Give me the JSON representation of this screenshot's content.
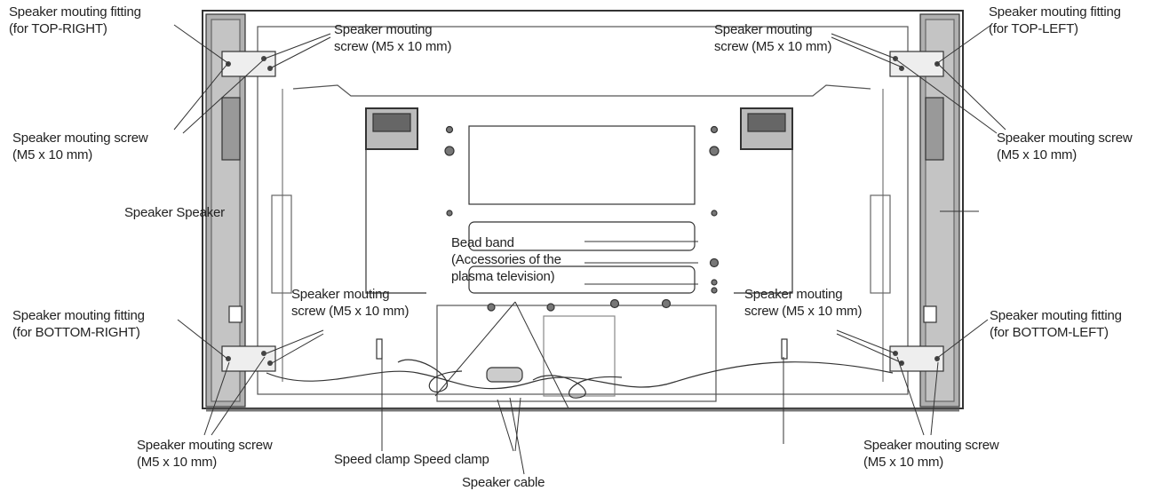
{
  "labels": {
    "fitting_top_right": {
      "line1": "Speaker mouting fitting",
      "line2": "(for TOP-RIGHT)"
    },
    "fitting_top_left": {
      "line1": "Speaker mouting fitting",
      "line2": "(for TOP-LEFT)"
    },
    "screw_top_center_left": {
      "line1": "Speaker mouting",
      "line2": "screw (M5 x 10 mm)"
    },
    "screw_top_center_right": {
      "line1": "Speaker mouting",
      "line2": "screw (M5 x 10 mm)"
    },
    "screw_upper_left": {
      "line1": "Speaker mouting screw",
      "line2": "(M5 x 10 mm)"
    },
    "screw_upper_right": {
      "line1": "Speaker mouting screw",
      "line2": "(M5 x 10 mm)"
    },
    "speaker_speaker": "Speaker Speaker",
    "bead_band": {
      "line1": "Bead band",
      "line2": "(Accessories of the",
      "line3": "plasma television)"
    },
    "screw_mid_left": {
      "line1": "Speaker mouting",
      "line2": "screw (M5 x 10 mm)"
    },
    "screw_mid_right": {
      "line1": "Speaker mouting",
      "line2": "screw (M5 x 10 mm)"
    },
    "fitting_bottom_right": {
      "line1": "Speaker mouting fitting",
      "line2": "(for BOTTOM-RIGHT)"
    },
    "fitting_bottom_left": {
      "line1": "Speaker mouting fitting",
      "line2": "(for BOTTOM-LEFT)"
    },
    "screw_bottom_left": {
      "line1": "Speaker mouting screw",
      "line2": "(M5 x 10 mm)"
    },
    "screw_bottom_right": {
      "line1": "Speaker mouting screw",
      "line2": "(M5 x 10 mm)"
    },
    "speed_clamp": "Speed clamp Speed clamp",
    "speaker_cable": "Speaker cable"
  }
}
